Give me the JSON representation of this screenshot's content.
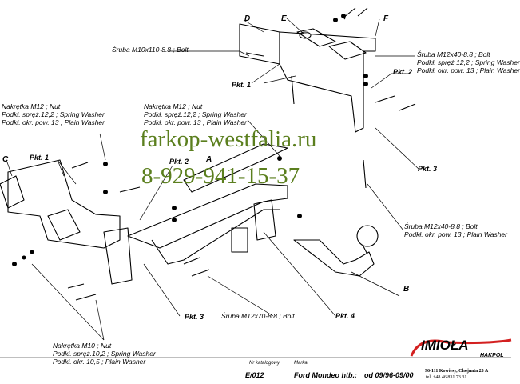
{
  "watermark": {
    "site": "farkop-westfalia.ru",
    "phone": "8-929-941-15-37"
  },
  "part_letters": [
    "A",
    "B",
    "C",
    "D",
    "E",
    "F"
  ],
  "labels": {
    "bolt_m10x110": "Śruba M10x110-8.8 ;  Bolt",
    "bolt_m12x40_top": [
      "Śruba M12x40-8.8 ;  Bolt",
      "Podkł. spręż.12,2 ; Spring Washer",
      "Podkł. okr. pow. 13 ; Plain Washer"
    ],
    "nut_m12_left": [
      "Nakrętka  M12 ; Nut",
      "Podkł. spręż.12,2 ; Spring Washer",
      "Podkł. okr. pow. 13 ; Plain Washer"
    ],
    "nut_m12_center": [
      "Nakrętka  M12 ; Nut",
      "Podkł. spręż.12,2 ; Spring Washer",
      "Podkł. okr. pow. 13 ; Plain Washer"
    ],
    "bolt_m12x40_right": [
      "Śruba M12x40-8.8 ;  Bolt",
      "Podkł. okr. pow. 13 ; Plain Washer"
    ],
    "bolt_m12x70": "Śruba M12x70-8.8 ;  Bolt",
    "nut_m10": [
      "Nakrętka  M10 ; Nut",
      "Podkł. spręż.10,2 ; Spring Washer",
      "Podkł. okr. 10,5 ; Plain Washer"
    ]
  },
  "points": {
    "pkt1_top": "Pkt. 1",
    "pkt2_top": "Pkt. 2",
    "pkt1_left": "Pkt. 1",
    "pkt2_center": "Pkt. 2",
    "pkt3_right": "Pkt. 3",
    "pkt3_bottom": "Pkt. 3",
    "pkt4": "Pkt. 4"
  },
  "footer": {
    "catalog_label": "Nr katalogowy",
    "catalog_value": "E/012",
    "make_label": "Marka",
    "make_value": "Ford Mondeo htb.:",
    "years": "od  09/96-09/00",
    "brand": "IMIOŁA",
    "brand_sub": "HAKPOL",
    "address": "96-111 Kowiesy, Chojnata 23 A",
    "phone": "tel. +48 46 831 73 31"
  },
  "colors": {
    "watermark": "#5b7f1e",
    "brand_red": "#d32020",
    "line": "#000000"
  }
}
